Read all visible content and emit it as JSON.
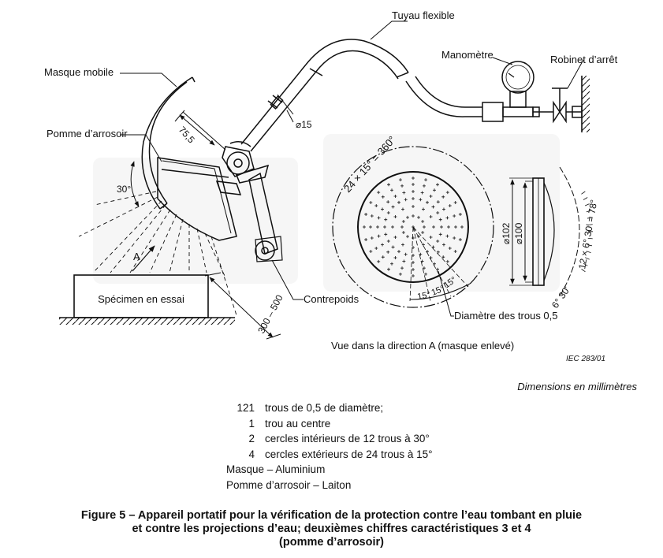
{
  "labels": {
    "tuyau": "Tuyau flexible",
    "manometre": "Manomètre",
    "robinet": "Robinet d’arrêt",
    "masque": "Masque mobile",
    "pomme": "Pomme d’arrosoir",
    "dim_75": "75,5",
    "dim_d15": "⌀15",
    "angle30": "30°",
    "dir_a": "A",
    "specimen": "Spécimen en essai",
    "contrepoids": "Contrepoids",
    "dim_300": "300 – 500",
    "holes_circ": "24 × 15° = 360°",
    "d102": "⌀102",
    "d100": "⌀100",
    "arc78": "12 × 6° 30′ = 78°",
    "arc630": "6° 30′",
    "deg15": "15°",
    "diam_trous": "Diamètre des trous 0,5",
    "vue": "Vue dans la direction A (masque enlevé)",
    "iec_ref": "IEC   283/01"
  },
  "dimensions_note": "Dimensions en millimètres",
  "legend": {
    "rows": [
      {
        "num": "121",
        "text": "trous de 0,5 de diamètre;"
      },
      {
        "num": "1",
        "text": "trou au centre"
      },
      {
        "num": "2",
        "text": "cercles intérieurs de 12 trous à 30°"
      },
      {
        "num": "4",
        "text": "cercles extérieurs de 24 trous à 15°"
      }
    ],
    "masque": "Masque – Aluminium",
    "pomme": "Pomme d’arrosoir – Laiton"
  },
  "caption": {
    "line1": "Figure 5 – Appareil portatif pour la vérification de la protection contre l’eau tombant en pluie",
    "line2": "et contre les projections d’eau; deuxièmes chiffres caractéristiques 3 et 4",
    "line3": "(pomme d’arrosoir)"
  }
}
